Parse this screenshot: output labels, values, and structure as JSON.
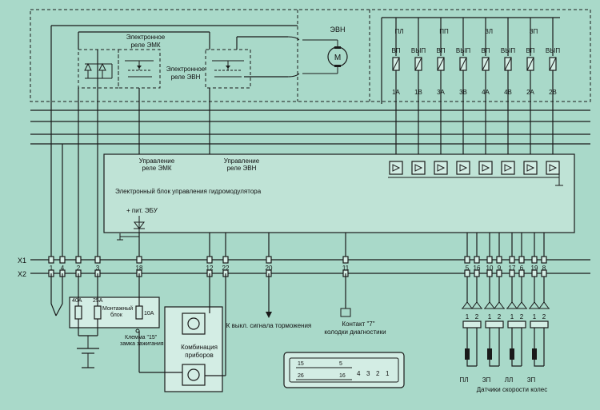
{
  "relays": {
    "emk": "Электронное реле ЭМК",
    "evn": "Электронное реле ЭВН"
  },
  "motor": {
    "label": "ЭВН",
    "symbol": "M"
  },
  "valves": [
    {
      "group": "ПЛ",
      "inlet": "ВП",
      "outlet": "ВЫП",
      "pins": [
        "1А",
        "1В"
      ]
    },
    {
      "group": "ПП",
      "inlet": "ВП",
      "outlet": "ВЫП",
      "pins": [
        "3А",
        "3В"
      ]
    },
    {
      "group": "ЗЛ",
      "inlet": "ВП",
      "outlet": "ВЫП",
      "pins": [
        "4А",
        "4В"
      ]
    },
    {
      "group": "ЗП",
      "inlet": "ВП",
      "outlet": "ВЫП",
      "pins": [
        "2А",
        "2В"
      ]
    }
  ],
  "ecu": {
    "title": "Электронный блок управления гидромодулятора",
    "ctrl_emk": "Управление реле ЭМК",
    "ctrl_evn": "Управление реле ЭВН",
    "power": "+ пит. ЭБУ"
  },
  "connectors": {
    "x1": "X1",
    "x2": "X2",
    "pins_left": [
      "1",
      "4",
      "2",
      "3",
      "18",
      "12",
      "22",
      "20",
      "11"
    ],
    "pins_right": [
      "5",
      "16",
      "10",
      "9",
      "17",
      "6",
      "19",
      "8"
    ]
  },
  "fuse_block": {
    "label": "Монтажный блок",
    "fuses": [
      "40А",
      "25А",
      "10А"
    ],
    "ignition": "Клемма \"15\" замка зажигания"
  },
  "cluster": {
    "label": "Комбинация приборов"
  },
  "signals": {
    "brake": "К выкл. сигнала торможения",
    "diag": "Контакт \"7\" колодки диагностики"
  },
  "diag_connector": {
    "pins_row1": [
      "15",
      "5"
    ],
    "pins_row2": [
      "26",
      "16",
      "4",
      "3",
      "2",
      "1"
    ]
  },
  "sensors": {
    "title": "Датчики скорости колес",
    "labels": [
      "ПЛ",
      "ЗП",
      "ЛЛ",
      "ЗП"
    ],
    "pin_labels": [
      "1",
      "2"
    ]
  }
}
